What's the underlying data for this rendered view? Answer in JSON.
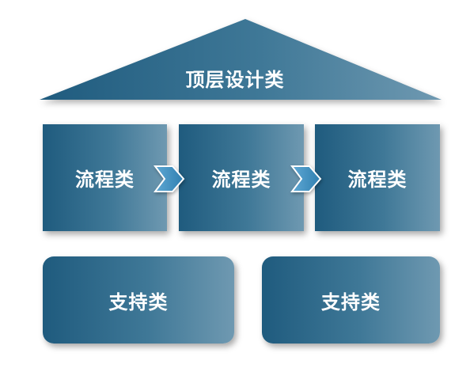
{
  "top": {
    "label": "顶层设计类"
  },
  "process": [
    {
      "label": "流程类"
    },
    {
      "label": "流程类"
    },
    {
      "label": "流程类"
    }
  ],
  "support": [
    {
      "label": "支持类"
    },
    {
      "label": "支持类"
    }
  ],
  "colors": {
    "dark": "#1f5b7e",
    "light": "#6f99b1",
    "arrow": "#2f7fb0"
  }
}
